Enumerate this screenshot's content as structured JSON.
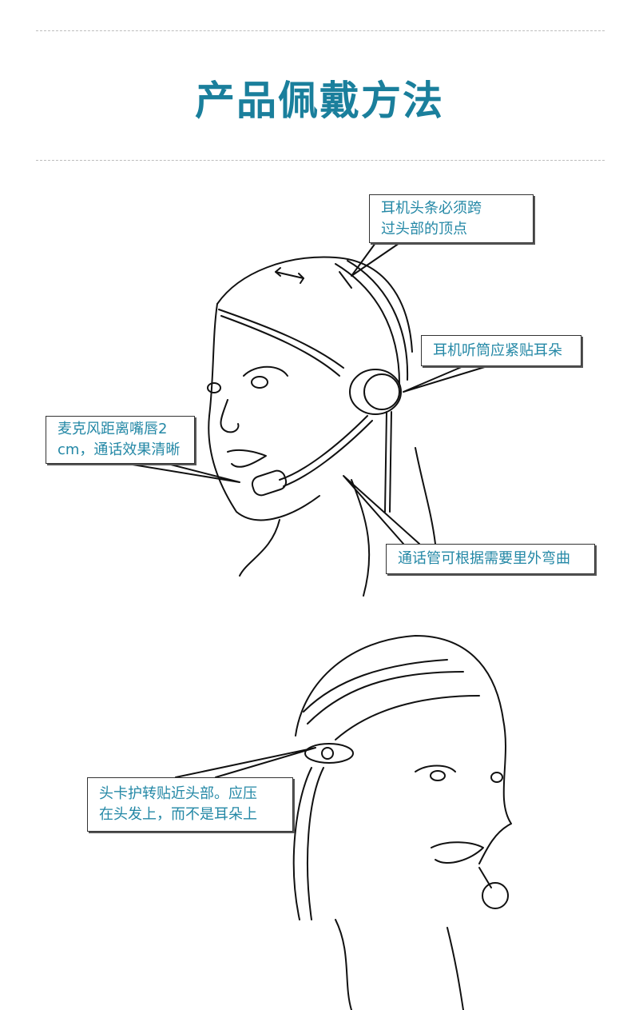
{
  "title": "产品佩戴方法",
  "figure1": {
    "callouts": [
      {
        "lines": [
          "耳机头条必须跨",
          "过头部的顶点"
        ]
      },
      {
        "lines": [
          "耳机听筒应紧贴耳朵"
        ]
      },
      {
        "lines": [
          "麦克风距离嘴唇2",
          "cm，通话效果清晰"
        ]
      },
      {
        "lines": [
          "通话管可根据需要里外弯曲"
        ]
      }
    ]
  },
  "figure2": {
    "callouts": [
      {
        "lines": [
          "头卡护转贴近头部。应压",
          "在头发上，而不是耳朵上"
        ]
      }
    ]
  },
  "colors": {
    "title": "#1a7f9c",
    "callout_text": "#2488a6"
  }
}
